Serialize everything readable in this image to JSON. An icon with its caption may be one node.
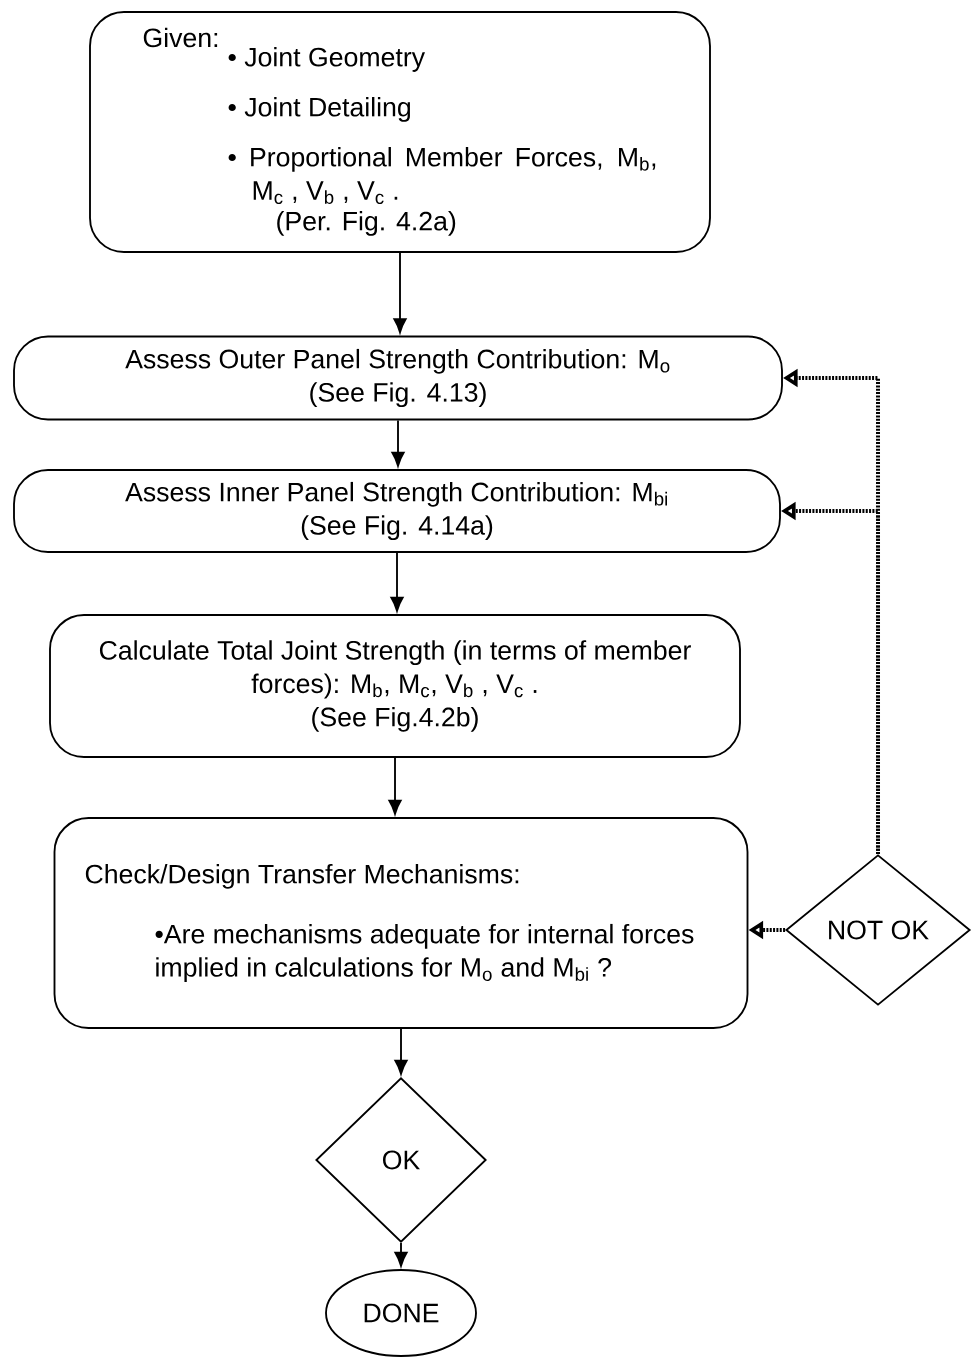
{
  "diagram": {
    "nodes": [
      {
        "text": [
          "Given:",
          "• Joint Geometry",
          "• Joint Detailing",
          "• Proportional Member Forces, M$_{b}$, M$_{c}$ , V$_{b}$ , V$_{c}$ .",
          "(Per. Fig. 4.2a)"
        ]
      },
      {
        "text": [
          "Assess Outer Panel Strength Contribution:  M$_{o}$",
          "(See Fig. 4.13)"
        ]
      },
      {
        "text": [
          "Assess Inner Panel Strength Contribution:  M$_{bi}$",
          "(See Fig. 4.14a)"
        ]
      },
      {
        "text": [
          "Calculate Total Joint Strength (in terms of member forces):  M$_{b}$, M$_{c}$, V$_{b}$ , V$_{c}$ .",
          "(See Fig.4.2b)"
        ]
      },
      {
        "text": [
          "Check/Design Transfer Mechanisms:",
          "•Are mechanisms adequate for internal forces implied in calculations for M$_{o}$ and M$_{bi}$ ?"
        ]
      },
      {
        "text": [
          "NOT OK"
        ]
      },
      {
        "text": [
          "OK"
        ]
      },
      {
        "text": [
          "DONE"
        ]
      }
    ],
    "edges": [
      {
        "from": 0,
        "to": 1,
        "arrow": "to"
      },
      {
        "from": 1,
        "to": 2,
        "arrow": "to"
      },
      {
        "from": 2,
        "to": 3,
        "arrow": "to"
      },
      {
        "from": 3,
        "to": 4,
        "arrow": "to"
      },
      {
        "from": 5,
        "to": 1,
        "arrow": "to",
        "style": "dashed"
      },
      {
        "from": 5,
        "to": 2,
        "arrow": "to",
        "style": "dashed"
      },
      {
        "from": 5,
        "to": 4,
        "arrow": "to",
        "style": "dashed"
      },
      {
        "from": 4,
        "to": 6,
        "arrow": "to"
      },
      {
        "from": 6,
        "to": 7,
        "arrow": "to"
      }
    ]
  }
}
